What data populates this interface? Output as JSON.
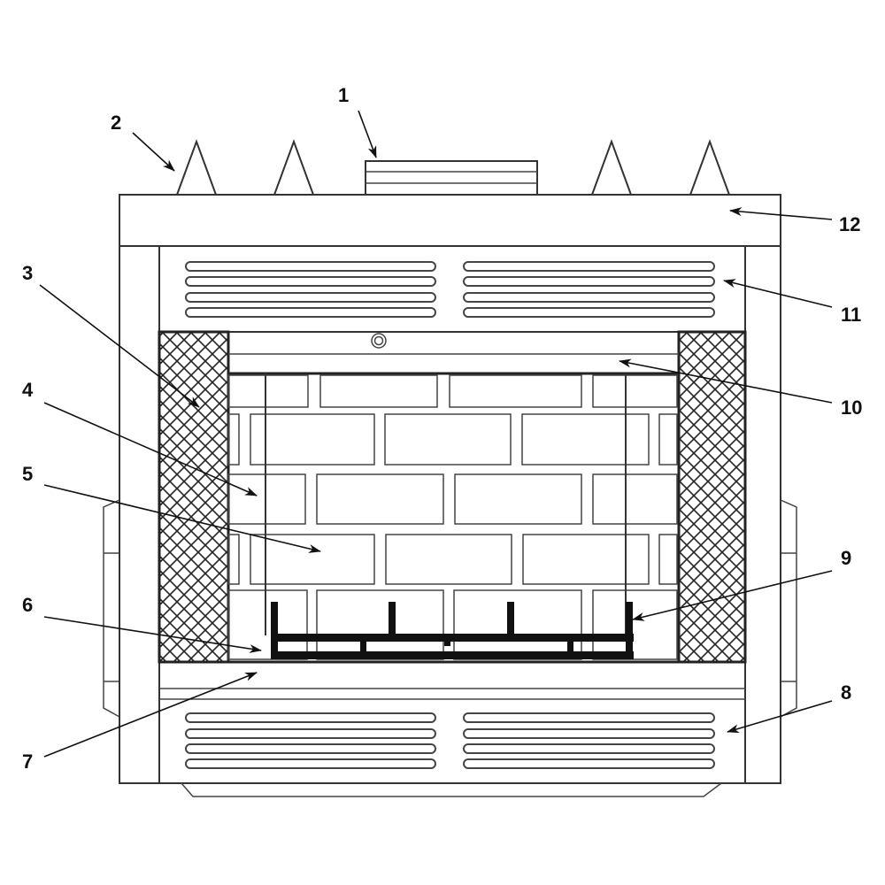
{
  "callouts": [
    {
      "id": "1",
      "text": "1"
    },
    {
      "id": "2",
      "text": "2"
    },
    {
      "id": "3",
      "text": "3"
    },
    {
      "id": "4",
      "text": "4"
    },
    {
      "id": "5",
      "text": "5"
    },
    {
      "id": "6",
      "text": "6"
    },
    {
      "id": "7",
      "text": "7"
    },
    {
      "id": "8",
      "text": "8"
    },
    {
      "id": "9",
      "text": "9"
    },
    {
      "id": "10",
      "text": "10"
    },
    {
      "id": "11",
      "text": "11"
    },
    {
      "id": "12",
      "text": "12"
    }
  ],
  "colors": {
    "line": "#333333",
    "fill": "#ffffff",
    "grate": "#111111"
  }
}
